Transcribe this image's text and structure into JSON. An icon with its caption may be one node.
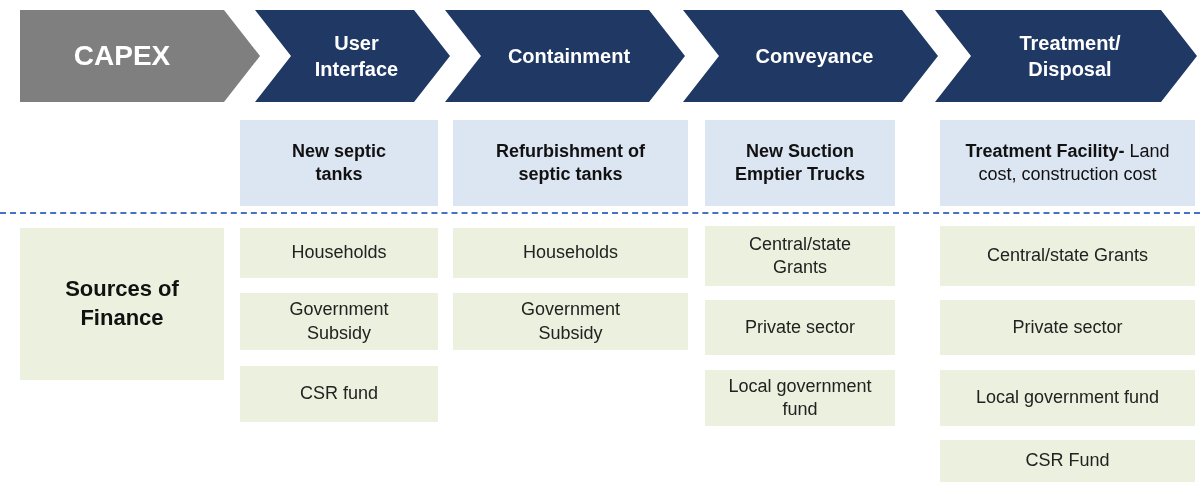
{
  "diagram": {
    "nodes": [
      {
        "text": [
          "CAPEX"
        ]
      },
      {
        "text": [
          "User Interface"
        ]
      },
      {
        "text": [
          "Containment"
        ]
      },
      {
        "text": [
          "Conveyance"
        ]
      },
      {
        "text": [
          "Treatment/ Disposal"
        ]
      },
      {
        "text": [
          "New septic tanks"
        ]
      },
      {
        "text": [
          "Refurbishment of septic tanks"
        ]
      },
      {
        "text": [
          "New Suction Emptier Trucks"
        ]
      },
      {
        "text": [
          "**Treatment Facility-** Land cost, construction cost"
        ]
      },
      {
        "text": [
          "Sources of Finance"
        ]
      },
      {
        "text": [
          "Households"
        ]
      },
      {
        "text": [
          "Government Subsidy"
        ]
      },
      {
        "text": [
          "CSR fund"
        ]
      },
      {
        "text": [
          "Households"
        ]
      },
      {
        "text": [
          "Government Subsidy"
        ]
      },
      {
        "text": [
          "Central/state Grants"
        ]
      },
      {
        "text": [
          "Private sector"
        ]
      },
      {
        "text": [
          "Local government fund"
        ]
      },
      {
        "text": [
          "Central/state Grants"
        ]
      },
      {
        "text": [
          "Private sector"
        ]
      },
      {
        "text": [
          "Local government fund"
        ]
      },
      {
        "text": [
          "CSR Fund"
        ]
      }
    ]
  }
}
